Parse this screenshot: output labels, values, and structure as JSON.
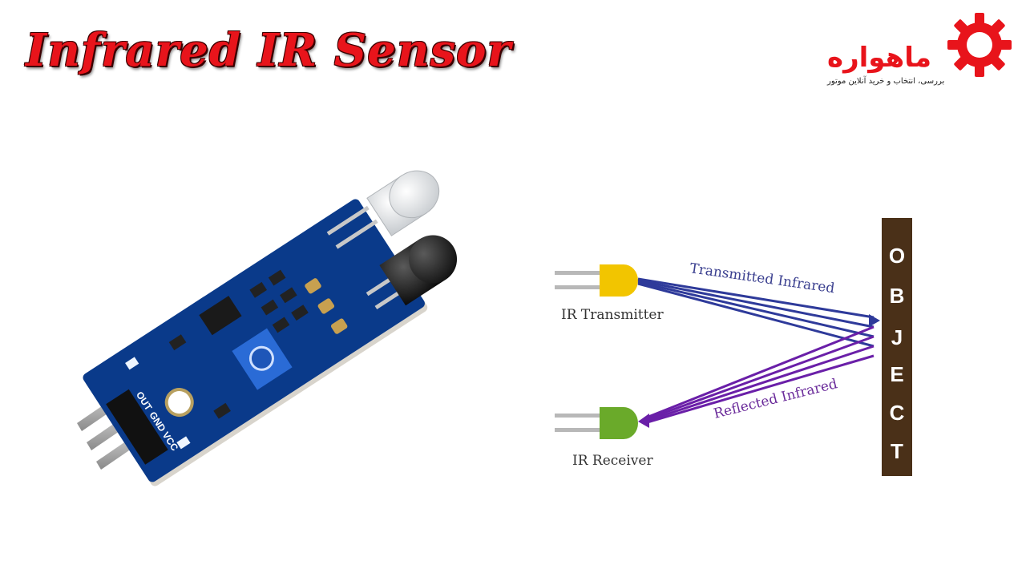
{
  "title": "Infrared IR Sensor",
  "logo": {
    "name": "ماهواره",
    "tagline": "بررسی، انتخاب و خرید آنلاین موتور",
    "color": "#e8141b"
  },
  "module": {
    "pin_labels": [
      "OUT",
      "GND",
      "VCC"
    ],
    "board_color": "#0a3a8a",
    "pot_color": "#2a6bd6"
  },
  "diagram": {
    "transmitter_label": "IR Transmitter",
    "receiver_label": "IR Receiver",
    "transmitted_label": "Transmitted Infrared",
    "reflected_label": "Reflected Infrared",
    "object_letters": [
      "O",
      "B",
      "J",
      "E",
      "C",
      "T"
    ],
    "colors": {
      "transmitter_led": "#f2c500",
      "receiver_led": "#6aaa2a",
      "transmitted_rays": "#2e3a9a",
      "reflected_rays": "#6a1fa8",
      "object_bar": "#4a3018"
    }
  }
}
